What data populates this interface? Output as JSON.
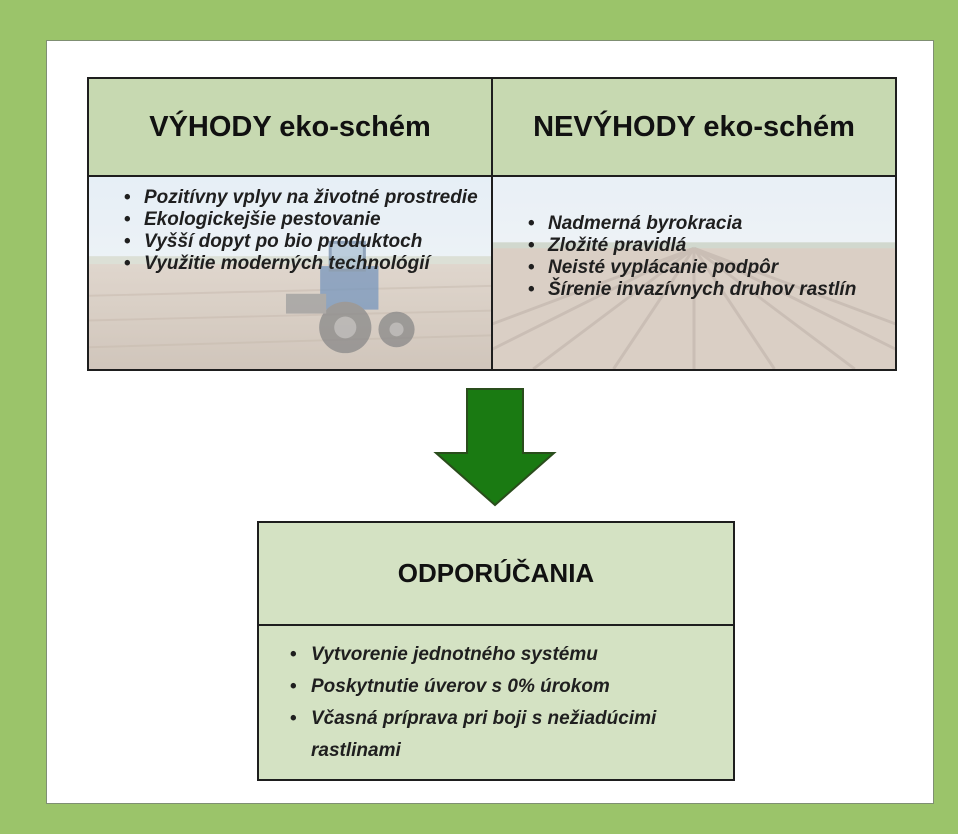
{
  "advantages": {
    "title": "VÝHODY eko-schém",
    "items": [
      "Pozitívny vplyv na životné prostredie",
      "Ekologickejšie pestovanie",
      "Vyšší dopyt po bio produktoch",
      "Využitie moderných technológií"
    ]
  },
  "disadvantages": {
    "title": "NEVÝHODY eko-schém",
    "items": [
      "Nadmerná byrokracia",
      "Zložité pravidlá",
      "Neisté vyplácanie podpôr",
      "Šírenie invazívnych druhov rastlín"
    ]
  },
  "recommendations": {
    "title": "ODPORÚČANIA",
    "items": [
      "Vytvorenie jednotného systému",
      "Poskytnutie úverov s 0% úrokom",
      "Včasná príprava pri boji s nežiadúcimi rastlinami"
    ]
  },
  "colors": {
    "frame": "#9bc46a",
    "header_fill": "#c7d9b1",
    "box_fill": "#d4e2c3",
    "arrow_fill": "#1a7a12"
  },
  "icons": {
    "arrow": "arrow-down-icon",
    "left_background": "tractor-field-image",
    "right_background": "plowed-field-image"
  }
}
